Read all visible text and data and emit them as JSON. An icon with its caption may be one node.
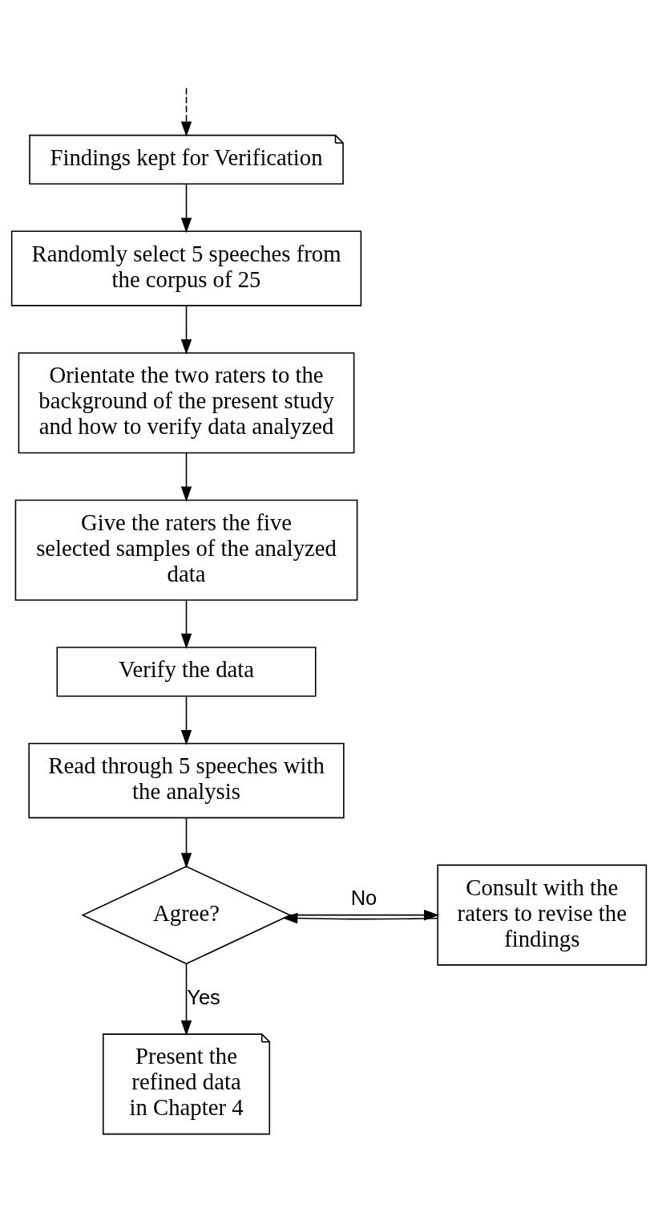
{
  "diagram": {
    "nodes": [
      {
        "text": [
          "Findings kept for Verification"
        ]
      },
      {
        "text": [
          "Randomly select 5 speeches from the corpus of 25"
        ]
      },
      {
        "text": [
          "Orientate the two raters to the background of the present study and how to verify data analyzed"
        ]
      },
      {
        "text": [
          "Give the raters the five selected samples of the analyzed data"
        ]
      },
      {
        "text": [
          "Verify the data"
        ]
      },
      {
        "text": [
          "Read through 5 speeches with the analysis"
        ]
      },
      {
        "text": [
          "Agree?"
        ]
      },
      {
        "text": [
          "Consult with the raters to revise the findings"
        ]
      },
      {
        "text": [
          "Present the refined data in Chapter 4"
        ]
      }
    ],
    "edges": [
      {
        "from": null,
        "to": 0,
        "arrow": "to",
        "style": "dashed"
      },
      {
        "from": 0,
        "to": 1,
        "arrow": "to"
      },
      {
        "from": 1,
        "to": 2,
        "arrow": "to"
      },
      {
        "from": 2,
        "to": 3,
        "arrow": "to"
      },
      {
        "from": 3,
        "to": 4,
        "arrow": "to"
      },
      {
        "from": 4,
        "to": 5,
        "arrow": "to"
      },
      {
        "from": 5,
        "to": 6,
        "arrow": "to"
      },
      {
        "from": 6,
        "to": 7,
        "arrow": "to",
        "label": "No"
      },
      {
        "from": 7,
        "to": 6,
        "arrow": "to"
      },
      {
        "from": 6,
        "to": 8,
        "arrow": "to",
        "label": "Yes"
      }
    ]
  }
}
